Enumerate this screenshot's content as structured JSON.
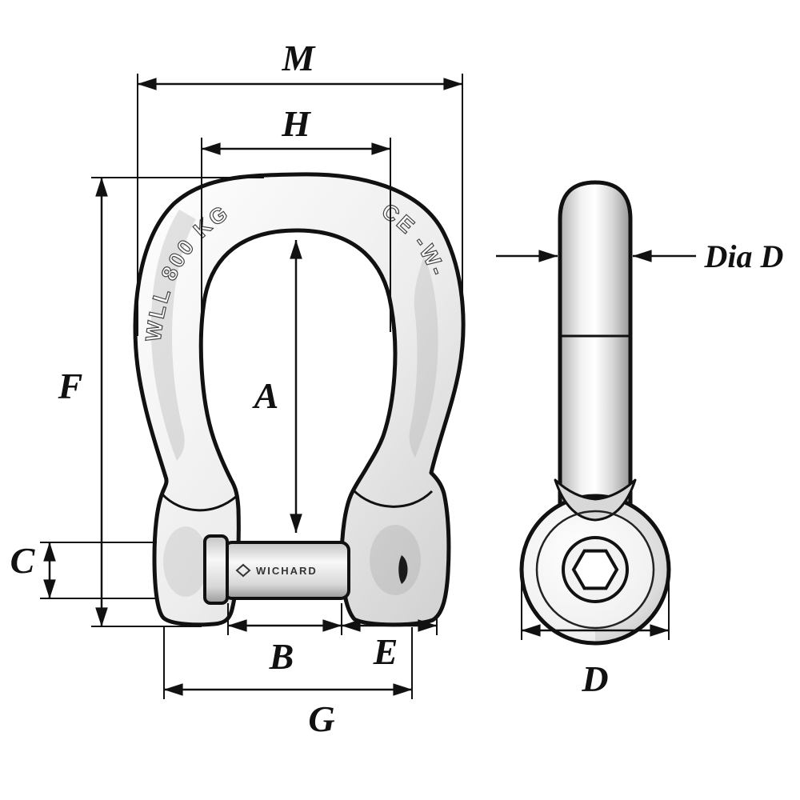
{
  "drawing": {
    "type": "technical-diagram",
    "subject": "Bow shackle with allen-head pin - front and side views",
    "dimensions": {
      "m": "M",
      "h": "H",
      "a": "A",
      "f": "F",
      "c": "C",
      "b": "B",
      "e": "E",
      "g": "G",
      "d": "D",
      "dia_d": "Dia D"
    },
    "engravings": {
      "wll": "WLL 800 KG",
      "ce_mark": "CE -W-",
      "pin_brand": "WICHARD"
    },
    "colors": {
      "outline": "#111111",
      "metal_light": "#ffffff",
      "metal_mid": "#d9d9d9",
      "metal_dark": "#9a9a9a",
      "background": "#ffffff"
    }
  }
}
